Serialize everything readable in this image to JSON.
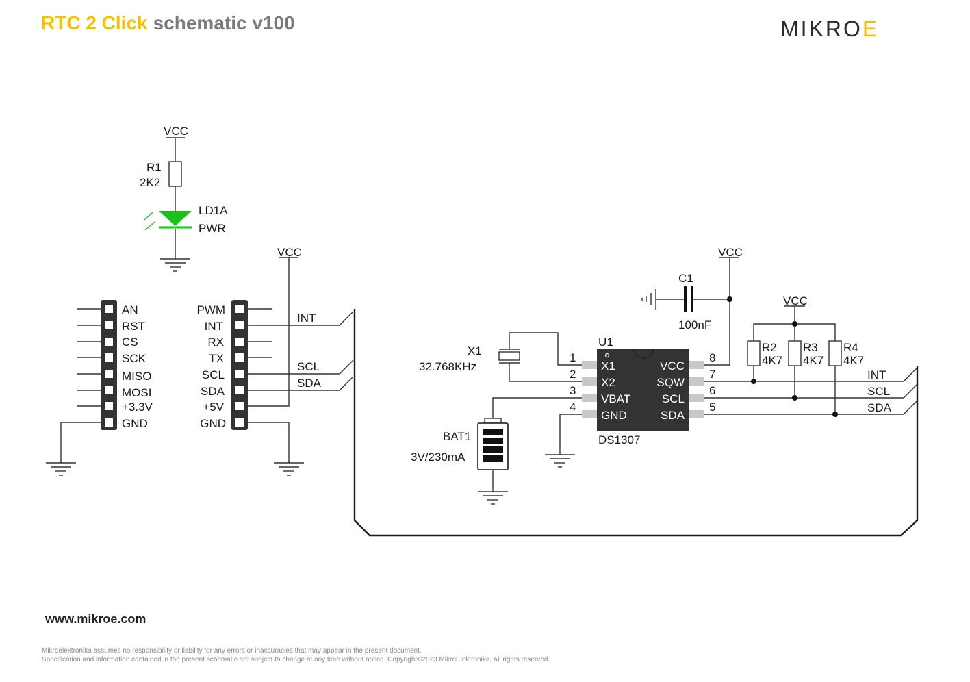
{
  "header": {
    "title": "RTC 2 Click",
    "subtitle": "schematic v100",
    "logo_main": "MIKRO",
    "logo_tail": "E"
  },
  "footer": {
    "website": "www.mikroe.com",
    "disclaimer_1": "Mikroelektronika assumes no responsibility or liability for any errors or inaccuracies that may appear in the present document.",
    "disclaimer_2": "Specification and information contained in the present schematic are subject to change at any time without notice. Copyright©2023 MikroElektronika. All rights reserved."
  },
  "colors": {
    "accent": "#f5c000",
    "led": "#19c219",
    "subtitle": "#7a7a7a",
    "pin_pad": "#c8c8c8",
    "ic_body": "#333333"
  },
  "led_section": {
    "vcc": "VCC",
    "resistor_ref": "R1",
    "resistor_value": "2K2",
    "led_ref": "LD1A",
    "led_label": "PWR"
  },
  "header_left": {
    "pins": [
      "AN",
      "RST",
      "CS",
      "SCK",
      "MISO",
      "MOSI",
      "+3.3V",
      "GND"
    ]
  },
  "header_right": {
    "vcc": "VCC",
    "pins": [
      "PWM",
      "INT",
      "RX",
      "TX",
      "SCL",
      "SDA",
      "+5V",
      "GND"
    ],
    "nets": [
      "INT",
      "SCL",
      "SDA"
    ]
  },
  "ic": {
    "ref": "U1",
    "part": "DS1307",
    "left_pin_numbers": [
      "1",
      "2",
      "3",
      "4"
    ],
    "left_pin_names": [
      "X1",
      "X2",
      "VBAT",
      "GND"
    ],
    "right_pin_numbers": [
      "8",
      "7",
      "6",
      "5"
    ],
    "right_pin_names": [
      "VCC",
      "SQW",
      "SCL",
      "SDA"
    ]
  },
  "crystal": {
    "ref": "X1",
    "value": "32.768KHz"
  },
  "battery": {
    "ref": "BAT1",
    "value": "3V/230mA"
  },
  "capacitor": {
    "vcc": "VCC",
    "ref": "C1",
    "value": "100nF"
  },
  "pullups": {
    "vcc": "VCC",
    "refs": [
      "R2",
      "R3",
      "R4"
    ],
    "values": [
      "4K7",
      "4K7",
      "4K7"
    ]
  },
  "right_nets": [
    "INT",
    "SCL",
    "SDA"
  ]
}
